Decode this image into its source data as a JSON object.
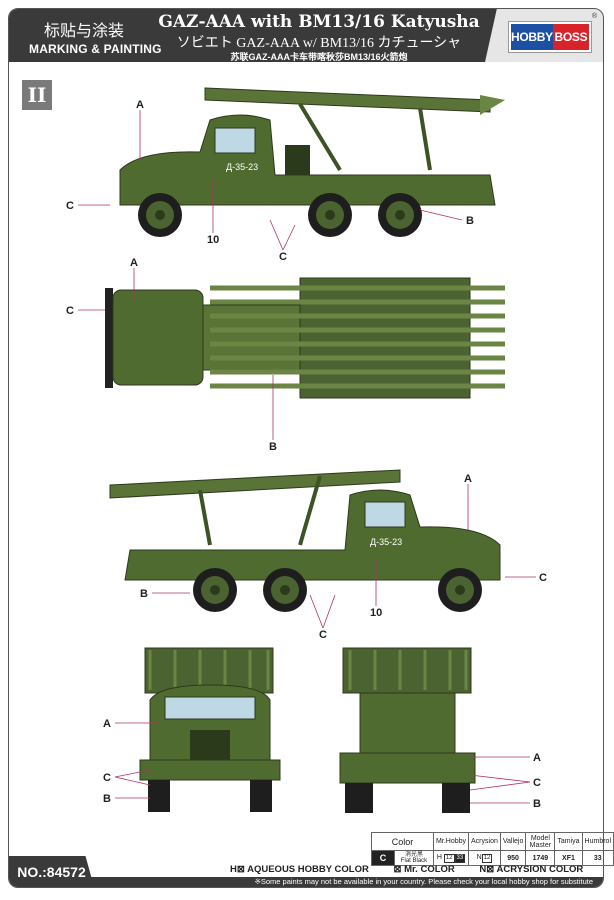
{
  "header": {
    "zh_title": "标贴与涂装",
    "en_title": "MARKING & PAINTING",
    "main_title": "GAZ-AAA with BM13/16 Katyusha",
    "jp_title": "ソビエト GAZ-AAA w/ BM13/16 カチューシャ",
    "cn_subtitle": "苏联GAZ-AAA卡车带喀秋莎BM13/16火箭炮",
    "logo_left": "HOBBY",
    "logo_right": "BOSS",
    "registered": "®"
  },
  "scheme_badge": "II",
  "colors": {
    "truck_green": "#4f6b2f",
    "dark_band": "#3a3a3a",
    "logo_blue": "#1d4fa3",
    "logo_red": "#d8232a"
  },
  "views": {
    "side_right": {
      "labels": [
        "A",
        "C",
        "10",
        "C",
        "B"
      ],
      "plate": "Д-35-23"
    },
    "top": {
      "labels": [
        "A",
        "C",
        "B"
      ]
    },
    "side_left": {
      "labels": [
        "A",
        "C",
        "B",
        "10",
        "C"
      ],
      "plate": "Д-35-23"
    },
    "front": {
      "labels": [
        "A",
        "C",
        "B"
      ]
    },
    "rear": {
      "labels": [
        "A",
        "C",
        "B"
      ]
    }
  },
  "paint_table": {
    "headers": [
      "Color",
      "Mr.Hobby",
      "Acrysion",
      "Vallejo",
      "Model Master",
      "Tamiya",
      "Humbrol"
    ],
    "rows": [
      {
        "code": "C",
        "name_zh": "消光黑",
        "name_en": "Flat Black",
        "mr_hobby_h": "H",
        "mr_hobby_aqueous": "12",
        "mr_hobby_color": "33",
        "acrysion_n": "N",
        "acrysion": "12",
        "vallejo": "950",
        "model_master": "1749",
        "tamiya": "XF1",
        "humbrol": "33"
      }
    ]
  },
  "legend": {
    "aqueous": "H⊠ AQUEOUS HOBBY COLOR",
    "mr_color": "⊠ Mr. COLOR",
    "acrysion": "N⊠ ACRYSION COLOR"
  },
  "footer": {
    "product_no": "NO.:84572",
    "note": "※Some paints may not be available in your country. Please check your local hobby shop for substitute"
  }
}
